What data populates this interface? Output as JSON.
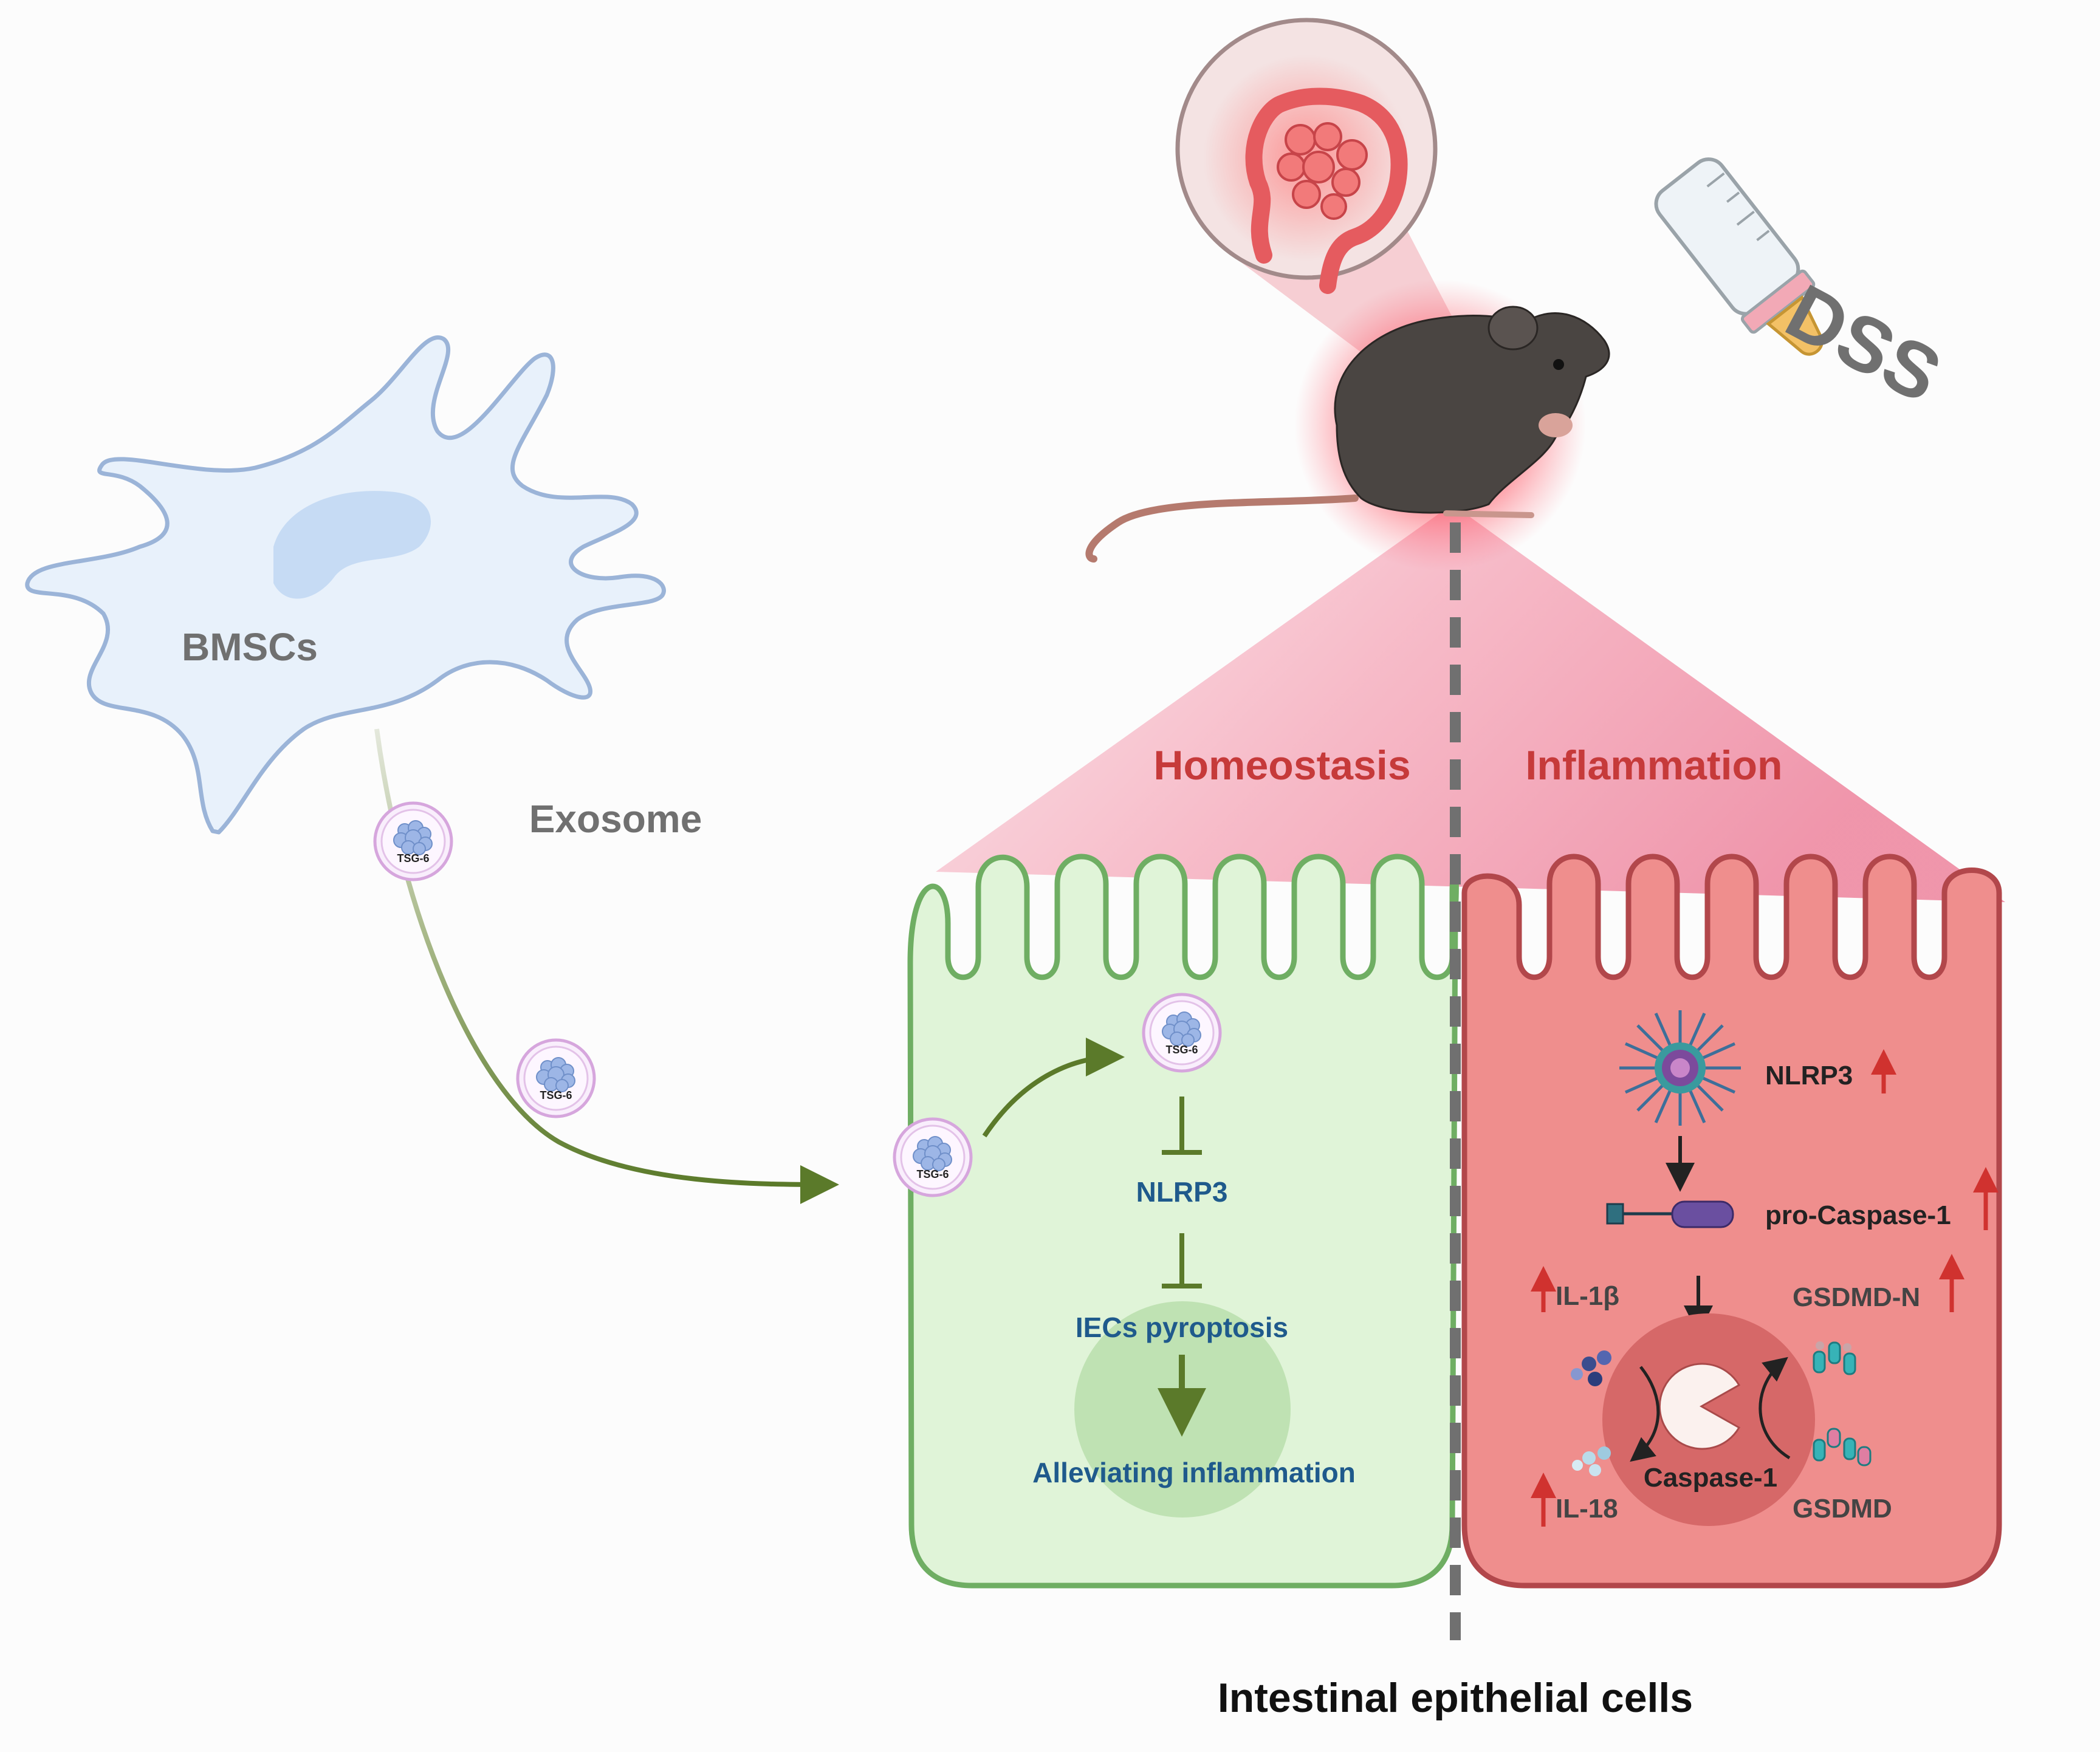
{
  "colors": {
    "green_arrow": "#5b7a2a",
    "homeostasis_cell_fill": "#e0f4d8",
    "homeostasis_cell_stroke": "#6fae63",
    "inflammation_cell_fill": "#ef8e8d",
    "inflammation_cell_stroke": "#b2474b",
    "red_title": "#c63a3a",
    "blue_text": "#1f5a8c",
    "grey_text": "#707070",
    "dark_text": "#2a2a2a",
    "up_arrow": "#d0322f",
    "bmsc_fill": "#e8f1fb",
    "bmsc_stroke": "#9bb4d8"
  },
  "labels": {
    "bmscs": "BMSCs",
    "exosome": "Exosome",
    "tsg6": "TSG-6",
    "dss": "DSS",
    "homeostasis": "Homeostasis",
    "inflammation": "Inflammation",
    "footer": "Intestinal epithelial cells"
  },
  "homeostasis_pathway": {
    "nlrp3": "NLRP3",
    "pyroptosis": "IECs pyroptosis",
    "outcome": "Alleviating inflammation"
  },
  "inflammation_pathway": {
    "nlrp3": "NLRP3",
    "pro_caspase": "pro-Caspase-1",
    "il1b": "IL-1β",
    "gsdmd_n": "GSDMD-N",
    "caspase": "Caspase-1",
    "il18": "IL-18",
    "gsdmd": "GSDMD"
  },
  "icons": [
    "bmsc-cell-icon",
    "exosome-icon",
    "mouse-icon",
    "colon-icon",
    "milk-bottle-icon",
    "inflammasome-icon",
    "pro-caspase-icon",
    "caspase-pacman-icon",
    "cytokine-icon",
    "gsdmd-pore-icon"
  ]
}
